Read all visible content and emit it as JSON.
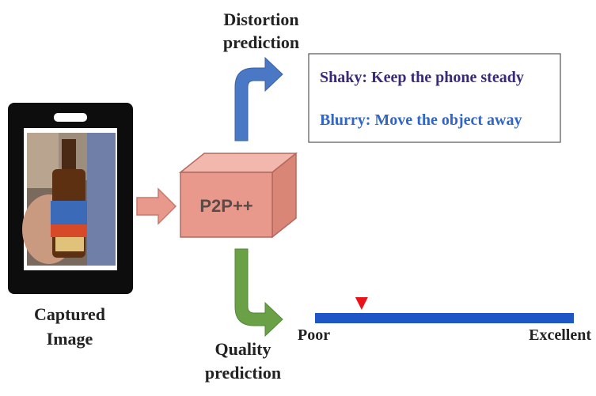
{
  "labels": {
    "captured_line1": "Captured",
    "captured_line2": "Image",
    "model": "P2P++",
    "distortion_line1": "Distortion",
    "distortion_line2": "prediction",
    "quality_line1": "Quality",
    "quality_line2": "prediction"
  },
  "feedback": {
    "shaky": "Shaky: Keep the phone steady",
    "blurry": "Blurry: Move the object away"
  },
  "scale": {
    "low": "Poor",
    "high": "Excellent",
    "marker_fraction": 0.18
  },
  "colors": {
    "shaky_text": "#3b2a7a",
    "blurry_text": "#2f66c8",
    "scale_bar": "#1f56c6",
    "marker": "#e8141a",
    "cube_front": "#e9998b",
    "up_arrow": "#4a78c4",
    "down_arrow": "#6aa046",
    "input_arrow": "#e9998b"
  }
}
